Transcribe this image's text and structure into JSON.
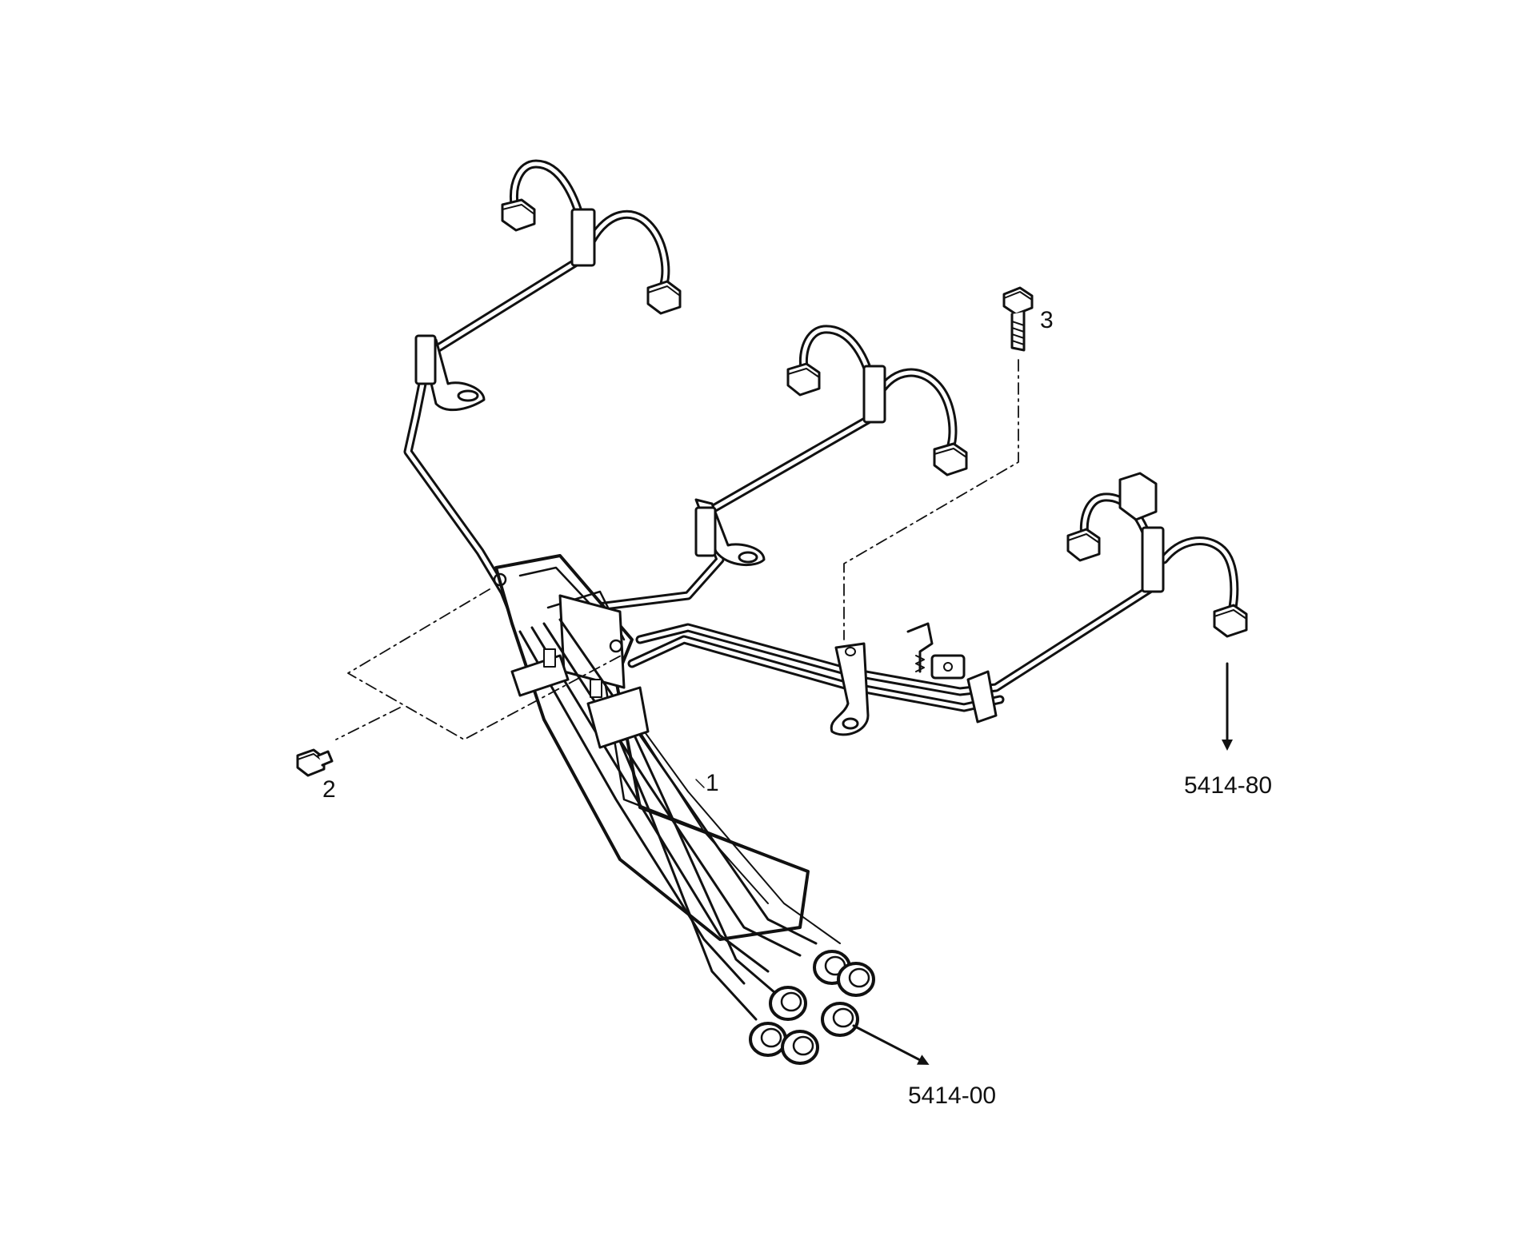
{
  "diagram": {
    "callouts": [
      {
        "id": "1",
        "text": "1"
      },
      {
        "id": "2",
        "text": "2"
      },
      {
        "id": "3",
        "text": "3"
      }
    ],
    "references": [
      {
        "id": "ref-5414-80",
        "text": "5414-80"
      },
      {
        "id": "ref-5414-00",
        "text": "5414-00"
      }
    ],
    "colors": {
      "line": "#111111",
      "background": "#ffffff"
    }
  }
}
